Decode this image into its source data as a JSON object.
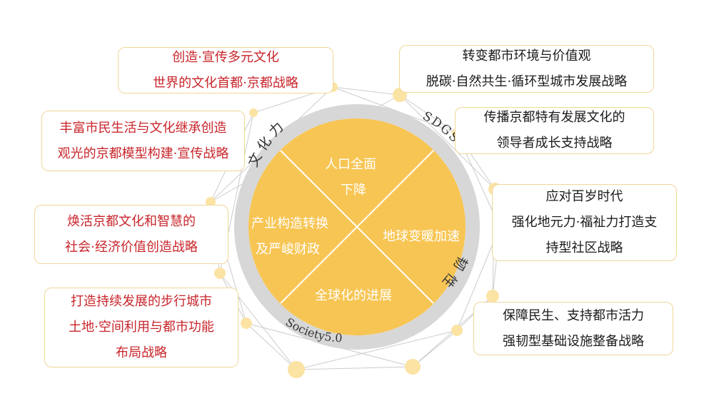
{
  "colors": {
    "center_fill": "#f7c553",
    "ring": "#d7d7d7",
    "divider": "#ffffff",
    "box_border": "#f0d79a",
    "left_text": "#c8252b",
    "right_text": "#1a1a1a",
    "dot_fill": "#fbe3a3"
  },
  "ring_labels": {
    "culture": "文化力",
    "sdgs": "SDGS",
    "resilience": "韧性",
    "society": "Society5.0"
  },
  "center": {
    "top": [
      "人口全面",
      "下降"
    ],
    "left": [
      "产业构造转换",
      "及严峻财政"
    ],
    "right": "地球变暖加速",
    "bottom": "全球化的进展"
  },
  "left_boxes": [
    {
      "lines": [
        "创造·宣传多元文化",
        "世界的文化首都·京都战略"
      ]
    },
    {
      "lines": [
        "丰富市民生活与文化继承创造",
        "观光的京都模型构建·宣传战略"
      ]
    },
    {
      "lines": [
        "焕活京都文化和智慧的",
        "社会·经济价值创造战略"
      ]
    },
    {
      "lines": [
        "打造持续发展的步行城市",
        "土地·空间利用与都市功能",
        "布局战略"
      ]
    }
  ],
  "right_boxes": [
    {
      "lines": [
        "转变都市环境与价值观",
        "脱碳·自然共生·循环型城市发展战略"
      ]
    },
    {
      "lines": [
        "传播京都特有发展文化的",
        "领导者成长支持战略"
      ]
    },
    {
      "lines": [
        "应对百岁时代",
        "强化地元力·福祉力打造支",
        "持型社区战略"
      ]
    },
    {
      "lines": [
        "保障民生、支持都市活力",
        "强韧型基础设施整备战略"
      ]
    }
  ]
}
